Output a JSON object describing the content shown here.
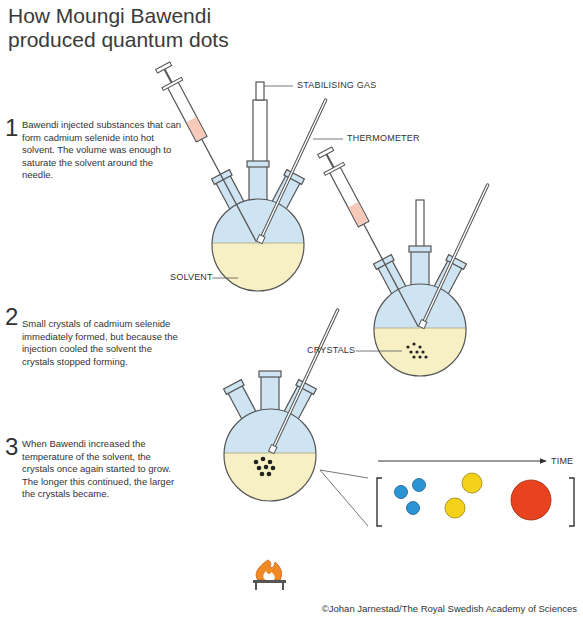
{
  "diagram": {
    "title": "How Moungi Bawendi produced quantum dots",
    "labels": [
      "1",
      "Bawendi injected substances that can form cadmium selenide into hot solvent. The volume was enough to saturate the solvent around the needle.",
      "STABILISING GAS",
      "THERMOMETER",
      "SOLVENT",
      "2",
      "Small crystals of cadmium selenide immediately formed, but because the injection cooled the solvent the crystals stopped forming.",
      "CRYSTALS",
      "3",
      "When Bawendi increased the temperature of the solvent, the crystals once again started to grow. The longer this continued, the larger the crystals became.",
      "TIME",
      "©Johan Jarnestad/The Royal Swedish Academy of Sciences"
    ]
  }
}
